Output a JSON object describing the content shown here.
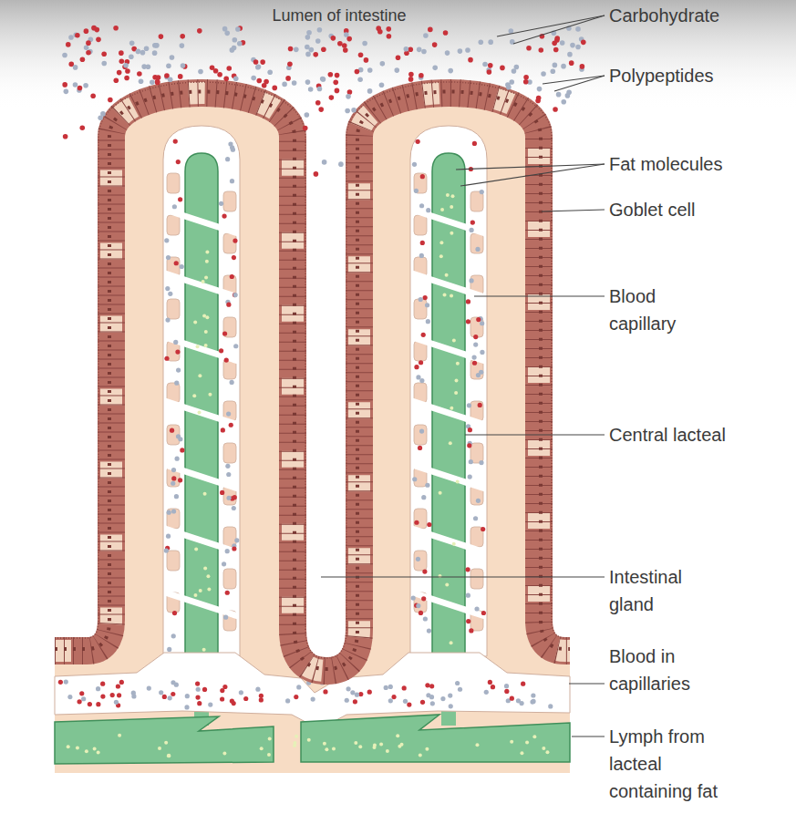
{
  "diagram": {
    "labels": [
      "Lumen of intestine",
      "Carbohydrate",
      "Polypeptides",
      "Fat molecules",
      "Goblet cell",
      "Blood capillary",
      "Central lacteal",
      "Intestinal gland",
      "Blood in capillaries",
      "Lymph from lacteal containing fat"
    ]
  }
}
